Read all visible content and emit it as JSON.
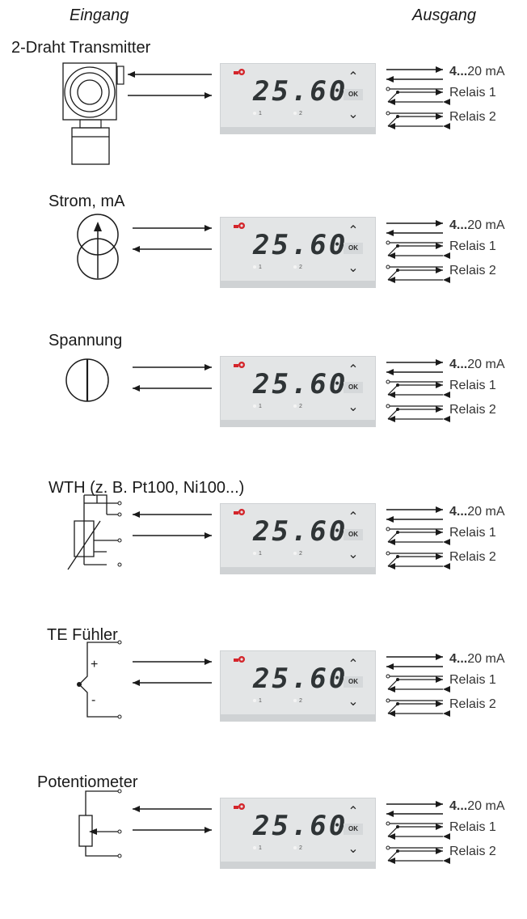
{
  "headers": {
    "input": "Eingang",
    "output": "Ausgang"
  },
  "device": {
    "display_value": "25.60",
    "led1": "1",
    "led2": "2",
    "ok_label": "OK"
  },
  "outputs": {
    "current_prefix": "4",
    "current_ellipsis": "...",
    "current_suffix": "20 mA",
    "relay1": "Relais 1",
    "relay2": "Relais 2"
  },
  "sections": [
    {
      "title": "2-Draht Transmitter",
      "symbol": "transmitter-icon"
    },
    {
      "title": "Strom, mA",
      "symbol": "current-source-icon"
    },
    {
      "title": "Spannung",
      "symbol": "voltage-source-icon"
    },
    {
      "title": "WTH (z. B. Pt100, Ni100...)",
      "symbol": "rtd-icon"
    },
    {
      "title": "TE Fühler",
      "symbol": "thermocouple-icon"
    },
    {
      "title": "Potentiometer",
      "symbol": "potentiometer-icon"
    }
  ],
  "colors": {
    "device_body": "#e3e5e6",
    "logo": "#d4252b",
    "line": "#1a1a1a"
  }
}
